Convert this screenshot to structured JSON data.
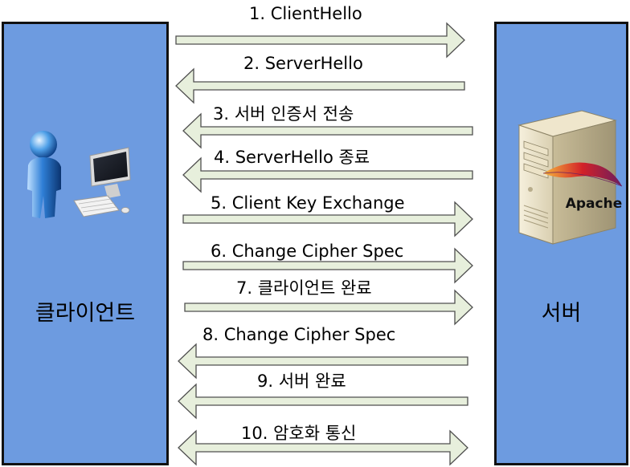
{
  "client": {
    "label": "클라이언트",
    "icon": "user-computer-icon"
  },
  "server": {
    "label": "서버",
    "icon": "apache-server-icon",
    "logo_text": "Apache"
  },
  "messages": [
    {
      "label": "1. ClientHello",
      "direction": "to-server"
    },
    {
      "label": "2. ServerHello",
      "direction": "to-client"
    },
    {
      "label": "3. 서버 인증서 전송",
      "direction": "to-client"
    },
    {
      "label": "4. ServerHello 종료",
      "direction": "to-client"
    },
    {
      "label": "5. Client Key Exchange",
      "direction": "to-server"
    },
    {
      "label": "6. Change Cipher Spec",
      "direction": "to-server"
    },
    {
      "label": "7. 클라이언트 완료",
      "direction": "to-server"
    },
    {
      "label": "8. Change Cipher Spec",
      "direction": "to-client"
    },
    {
      "label": "9.  서버 완료",
      "direction": "to-client"
    },
    {
      "label": "10.  암호화 통신",
      "direction": "both"
    }
  ],
  "colors": {
    "panel": "#6d9be0",
    "arrow_fill": "#e7efdc",
    "arrow_stroke": "#4f4f4f"
  }
}
